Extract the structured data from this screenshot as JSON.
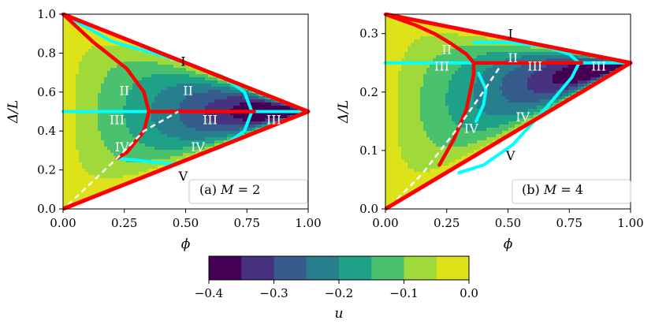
{
  "chart_data": [
    {
      "type": "heatmap",
      "panel_label": "(a) M = 2",
      "panel_prefix": "(a)",
      "panel_var": "M",
      "panel_value": "= 2",
      "xlabel": "ϕ",
      "ylabel": "Δ/L",
      "xlim": [
        0,
        1
      ],
      "ylim": [
        0,
        1
      ],
      "xticks": [
        "0.00",
        "0.25",
        "0.50",
        "0.75",
        "1.00"
      ],
      "yticks": [
        "0.0",
        "0.2",
        "0.4",
        "0.6",
        "0.8",
        "1.0"
      ],
      "apex_y": 0.5,
      "phase_labels": [
        {
          "text": "I",
          "x": 0.49,
          "y": 0.76,
          "color": "black"
        },
        {
          "text": "II",
          "x": 0.25,
          "y": 0.61,
          "color": "white"
        },
        {
          "text": "II",
          "x": 0.51,
          "y": 0.61,
          "color": "white"
        },
        {
          "text": "III",
          "x": 0.22,
          "y": 0.46,
          "color": "white"
        },
        {
          "text": "III",
          "x": 0.6,
          "y": 0.46,
          "color": "white"
        },
        {
          "text": "III",
          "x": 0.86,
          "y": 0.46,
          "color": "white"
        },
        {
          "text": "IV",
          "x": 0.24,
          "y": 0.32,
          "color": "white"
        },
        {
          "text": "IV",
          "x": 0.55,
          "y": 0.32,
          "color": "white"
        },
        {
          "text": "V",
          "x": 0.49,
          "y": 0.17,
          "color": "black"
        }
      ],
      "red_boundaries": [
        {
          "name": "red-line-upper-left",
          "points": [
            [
              0,
              1
            ],
            [
              0.12,
              0.86
            ],
            [
              0.26,
              0.72
            ],
            [
              0.33,
              0.6
            ],
            [
              0.35,
              0.5
            ]
          ]
        },
        {
          "name": "red-line-lower-left",
          "points": [
            [
              0.35,
              0.5
            ],
            [
              0.33,
              0.4
            ],
            [
              0.26,
              0.29
            ],
            [
              0.22,
              0.26
            ]
          ]
        },
        {
          "name": "red-line-middle",
          "points": [
            [
              0.35,
              0.5
            ],
            [
              0.78,
              0.5
            ]
          ]
        }
      ],
      "cyan_boundaries": [
        {
          "name": "cyan-line-horizontal",
          "points": [
            [
              0,
              0.5
            ],
            [
              0.35,
              0.5
            ]
          ]
        },
        {
          "name": "cyan-line-right",
          "points": [
            [
              0.78,
              0.5
            ],
            [
              1.0,
              0.5
            ]
          ]
        },
        {
          "name": "cyan-line-upper",
          "points": [
            [
              0,
              1
            ],
            [
              0.2,
              0.86
            ],
            [
              0.45,
              0.77
            ],
            [
              0.65,
              0.68
            ],
            [
              0.74,
              0.6
            ],
            [
              0.77,
              0.5
            ]
          ]
        },
        {
          "name": "cyan-line-lower",
          "points": [
            [
              0.77,
              0.5
            ],
            [
              0.74,
              0.4
            ],
            [
              0.65,
              0.32
            ],
            [
              0.45,
              0.23
            ],
            [
              0.22,
              0.26
            ]
          ]
        }
      ],
      "white_dashed": [
        [
          0.02,
          0.02
        ],
        [
          0.22,
          0.26
        ],
        [
          0.33,
          0.4
        ],
        [
          0.47,
          0.5
        ]
      ]
    },
    {
      "type": "heatmap",
      "panel_label": "(b) M = 4",
      "panel_prefix": "(b)",
      "panel_var": "M",
      "panel_value": "= 4",
      "xlabel": "ϕ",
      "ylabel": "Δ/L",
      "xlim": [
        0,
        1
      ],
      "ylim": [
        0,
        0.3333
      ],
      "xticks": [
        "0.00",
        "0.25",
        "0.50",
        "0.75",
        "1.00"
      ],
      "yticks": [
        "0.0",
        "0.1",
        "0.2",
        "0.3"
      ],
      "apex_y": 0.25,
      "phase_labels": [
        {
          "text": "I",
          "x": 0.51,
          "y": 0.3,
          "color": "black"
        },
        {
          "text": "II",
          "x": 0.25,
          "y": 0.273,
          "color": "white"
        },
        {
          "text": "II",
          "x": 0.52,
          "y": 0.259,
          "color": "white"
        },
        {
          "text": "III",
          "x": 0.23,
          "y": 0.245,
          "color": "white"
        },
        {
          "text": "III",
          "x": 0.61,
          "y": 0.245,
          "color": "white"
        },
        {
          "text": "III",
          "x": 0.87,
          "y": 0.245,
          "color": "white"
        },
        {
          "text": "IV",
          "x": 0.35,
          "y": 0.138,
          "color": "white"
        },
        {
          "text": "IV",
          "x": 0.56,
          "y": 0.158,
          "color": "white"
        },
        {
          "text": "V",
          "x": 0.51,
          "y": 0.092,
          "color": "black"
        }
      ],
      "red_boundaries": [
        {
          "name": "red-line-upper-left",
          "points": [
            [
              0,
              0.333
            ],
            [
              0.12,
              0.315
            ],
            [
              0.2,
              0.3
            ],
            [
              0.26,
              0.285
            ],
            [
              0.33,
              0.265
            ],
            [
              0.36,
              0.25
            ]
          ]
        },
        {
          "name": "red-line-lower-left",
          "points": [
            [
              0.36,
              0.25
            ],
            [
              0.36,
              0.23
            ],
            [
              0.33,
              0.17
            ],
            [
              0.28,
              0.12
            ],
            [
              0.22,
              0.075
            ]
          ]
        },
        {
          "name": "red-line-middle",
          "points": [
            [
              0.36,
              0.25
            ],
            [
              0.8,
              0.25
            ]
          ]
        }
      ],
      "cyan_boundaries": [
        {
          "name": "cyan-line-horizontal",
          "points": [
            [
              0,
              0.25
            ],
            [
              0.36,
              0.25
            ]
          ]
        },
        {
          "name": "cyan-line-right",
          "points": [
            [
              0.8,
              0.25
            ],
            [
              1.0,
              0.25
            ]
          ]
        },
        {
          "name": "cyan-line-upper",
          "points": [
            [
              0.36,
              0.285
            ],
            [
              0.5,
              0.285
            ],
            [
              0.65,
              0.278
            ],
            [
              0.75,
              0.265
            ],
            [
              0.79,
              0.25
            ]
          ]
        },
        {
          "name": "cyan-line-lower",
          "points": [
            [
              0.79,
              0.25
            ],
            [
              0.76,
              0.225
            ],
            [
              0.66,
              0.175
            ],
            [
              0.52,
              0.11
            ],
            [
              0.4,
              0.075
            ],
            [
              0.3,
              0.062
            ]
          ]
        },
        {
          "name": "cyan-line-notch",
          "points": [
            [
              0.38,
              0.232
            ],
            [
              0.41,
              0.205
            ],
            [
              0.4,
              0.178
            ],
            [
              0.37,
              0.15
            ]
          ]
        }
      ],
      "white_dashed": [
        [
          0.02,
          0.005
        ],
        [
          0.15,
          0.06
        ],
        [
          0.28,
          0.13
        ],
        [
          0.39,
          0.195
        ],
        [
          0.47,
          0.245
        ]
      ]
    }
  ],
  "colorbar": {
    "label": "u",
    "ticks": [
      "−0.4",
      "−0.3",
      "−0.2",
      "−0.1",
      "0.0"
    ],
    "range": [
      -0.4,
      0.0
    ],
    "levels": [
      -0.4,
      -0.35,
      -0.3,
      -0.25,
      -0.2,
      -0.15,
      -0.1,
      -0.05,
      0.0
    ],
    "colors": [
      "#440154",
      "#46327e",
      "#365c8d",
      "#277f8e",
      "#1fa187",
      "#4ac16d",
      "#9fda3a",
      "#dde318"
    ]
  },
  "colors": {
    "boundary_red": "#ff0000",
    "boundary_cyan": "#00ffff",
    "dashed_white": "#ffffff"
  }
}
